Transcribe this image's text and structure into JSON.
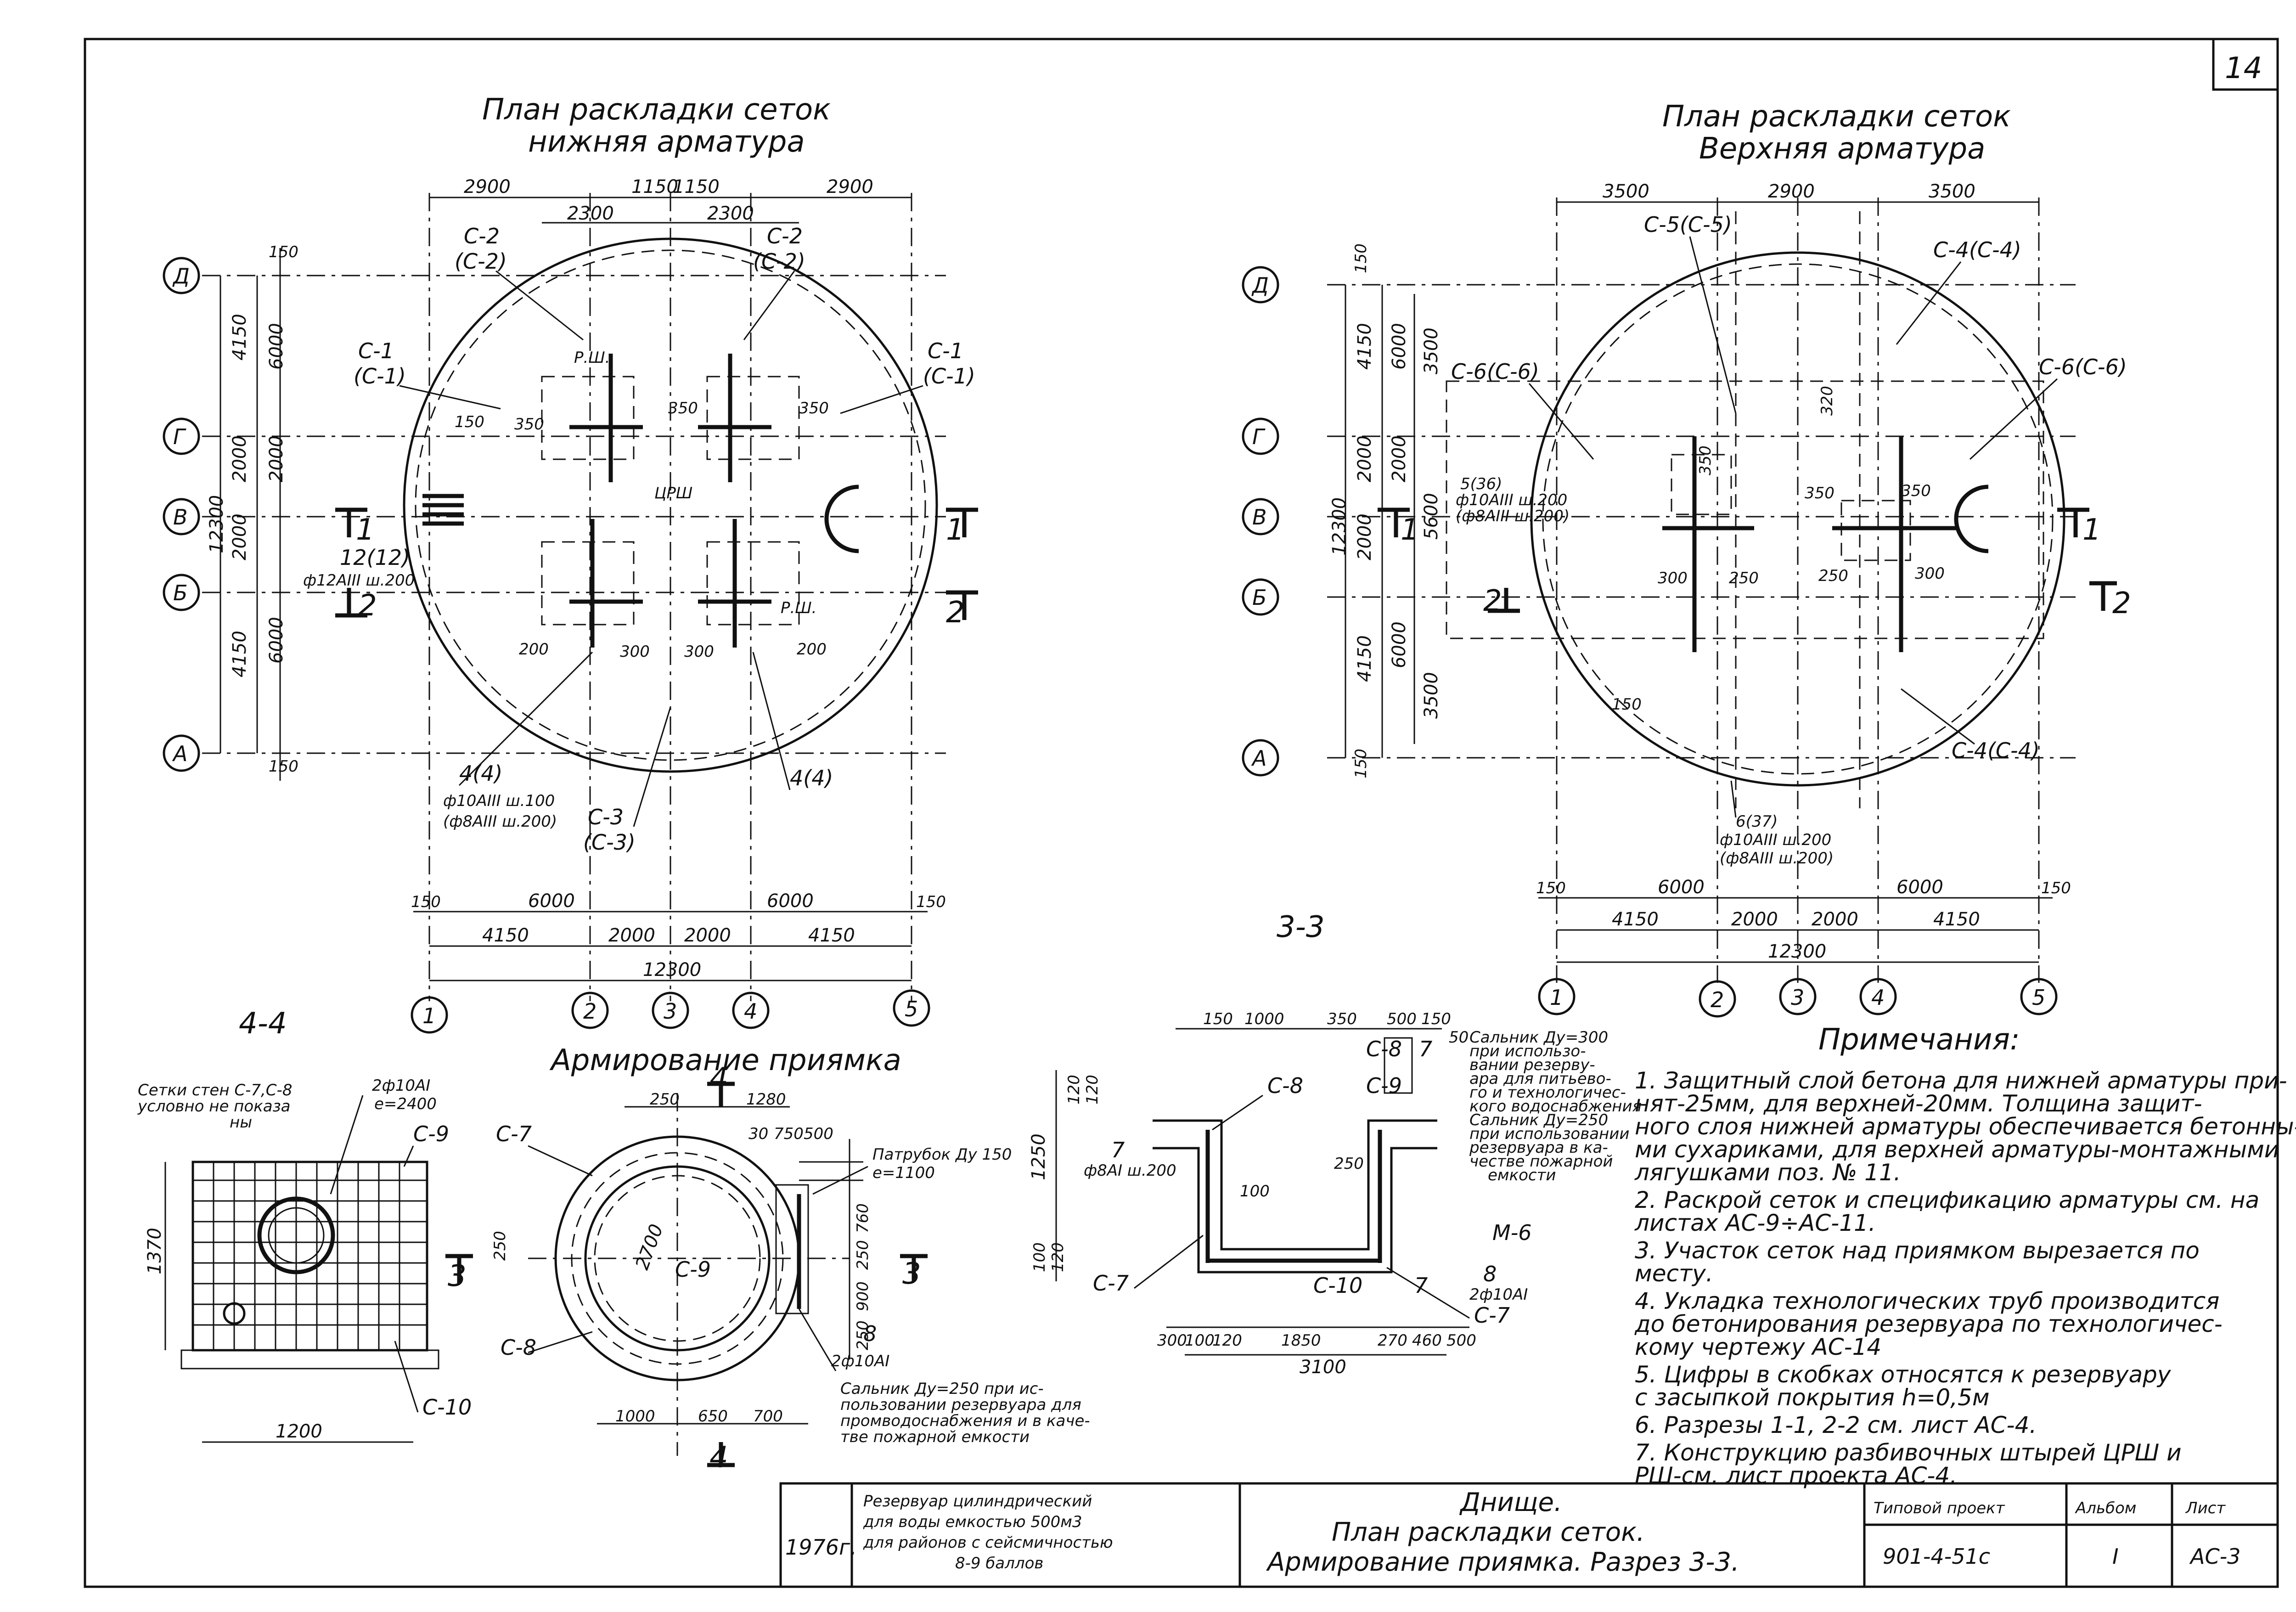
{
  "sheet": {
    "number": "14"
  },
  "plan_lower": {
    "title_1": "План раскладки сеток",
    "title_2": "нижняя арматура",
    "top_dims": [
      "2900",
      "1150",
      "1150",
      "2900"
    ],
    "inner_dims": [
      "2300",
      "2300"
    ],
    "bottom_dims_1": [
      "150",
      "6000",
      "6000",
      "150"
    ],
    "bottom_dims_2": [
      "4150",
      "2000",
      "2000",
      "4150"
    ],
    "bottom_total": "12300",
    "left_dims": [
      "150",
      "4150",
      "2000",
      "2000",
      "4150",
      "150"
    ],
    "left_dims_2": [
      "6000",
      "2000",
      "6000"
    ],
    "left_total": "12300",
    "labels": {
      "c2_left": "С-2",
      "c2_left_b": "(С-2)",
      "c2_right": "С-2",
      "c2_right_b": "(С-2)",
      "c1_left": "С-1",
      "c1_left_b": "(С-1)",
      "c1_right": "С-1",
      "c1_right_b": "(С-1)",
      "rsh_1": "Р.Ш.",
      "rsh_2": "Р.Ш.",
      "crsh": "ЦРШ",
      "c3": "С-3",
      "c3_b": "(С-3)",
      "pos4_left": "4(4)",
      "pos4_right": "4(4)",
      "pos4_spec": "ф10АIII ш.100",
      "pos4_spec_b": "(ф8АIII ш.200)",
      "pos12": "12(12)",
      "pos12_spec": "ф12АIII ш.200",
      "d350": "350",
      "d200": "200",
      "d300": "300",
      "d150": "150"
    }
  },
  "plan_upper": {
    "title_1": "План раскладки сеток",
    "title_2": "Верхняя арматура",
    "top_dims": [
      "3500",
      "2900",
      "3500"
    ],
    "bottom_dims_1": [
      "150",
      "6000",
      "6000",
      "150"
    ],
    "bottom_dims_2": [
      "4150",
      "2000",
      "2000",
      "4150"
    ],
    "bottom_total": "12300",
    "left_dims": [
      "150",
      "4150",
      "2000",
      "2000",
      "4150",
      "150"
    ],
    "left_dims_2": [
      "6000",
      "2000",
      "6000"
    ],
    "left_total": "12300",
    "left_inner": [
      "3500",
      "5600",
      "3500"
    ],
    "labels": {
      "c5": "С-5(С-5)",
      "c4_top": "С-4(С-4)",
      "c4_bot": "С-4(С-4)",
      "c6_left": "С-6(С-6)",
      "c6_right": "С-6(С-6)",
      "pos5": "5(36)",
      "pos5_spec": "ф10АIII ш.200",
      "pos5_spec_b": "(ф8АIII ш.200)",
      "pos6": "6(37)",
      "pos6_spec": "ф10АIII ш.200",
      "pos6_spec_b": "(ф8АIII ш.200)",
      "d320": "320",
      "d350": "350",
      "d300": "300",
      "d250": "250",
      "d150": "150"
    }
  },
  "axes": {
    "rows": [
      "Д",
      "Г",
      "В",
      "Б",
      "А"
    ],
    "cols": [
      "1",
      "2",
      "3",
      "4",
      "5"
    ]
  },
  "cuts": {
    "c1": "1",
    "c2": "2",
    "c3": "3",
    "c4": "4"
  },
  "section_44": {
    "title": "4-4",
    "note": "Сетки стен С-7,С-8",
    "note_b": "условно не показа",
    "note_c": "ны",
    "rebar": "2ф10АI",
    "rebar_b": "е=2400",
    "c9": "С-9",
    "c10": "С-10",
    "h": "1370",
    "w": "1200"
  },
  "pit": {
    "title": "Армирование приямка",
    "c7": "С-7",
    "c8": "С-8",
    "c9": "С-9",
    "pipe": "Патрубок Ду 150",
    "pipe_b": "е=1100",
    "dims": [
      "250",
      "1280",
      "30",
      "750",
      "500",
      "250",
      "2700",
      "760",
      "250",
      "900",
      "250",
      "1000",
      "650",
      "700"
    ],
    "rebar_8": "8",
    "rebar_8b": "2ф10АI",
    "gland": "Сальник Ду=250 при ис-",
    "gland_b": "пользовании резервуара для",
    "gland_c": "промводоснабжения и в каче-",
    "gland_d": "тве пожарной емкости"
  },
  "section_33": {
    "title": "3-3",
    "top_dims": [
      "150",
      "1000",
      "350",
      "500",
      "150",
      "50"
    ],
    "bottom_dims": [
      "300",
      "100",
      "120",
      "1850",
      "270",
      "460",
      "500"
    ],
    "total": "3100",
    "left_dims": [
      "120",
      "120",
      "1250",
      "100",
      "120"
    ],
    "labels": {
      "c8_l": "С-8",
      "c8_r": "С-8",
      "c9": "С-9",
      "c7_l": "С-7",
      "c7_r": "С-7",
      "c10": "С-10",
      "p7_a": "7",
      "p7_b": "7",
      "p7_c": "7",
      "p7_spec": "ф8АI ш.200",
      "p8": "8",
      "p8_spec": "2ф10АI",
      "m6": "М-6",
      "d100": "100",
      "d250": "250"
    },
    "gland_1": "Сальник Ду=300",
    "gland_2": "при использо-",
    "gland_3": "вании резерву-",
    "gland_4": "ара для питьево-",
    "gland_5": "го и технологичес-",
    "gland_6": "кого водоснабжения",
    "gland_7": "Сальник Ду=250",
    "gland_8": "при использовании",
    "gland_9": "резервуара в ка-",
    "gland_10": "честве пожарной",
    "gland_11": "емкости"
  },
  "notes": {
    "title": "Примечания:",
    "items": [
      "1. Защитный слой бетона для нижней арматуры при-",
      "   нят-25мм, для верхней-20мм.        Толщина защит-",
      "   ного слоя нижней арматуры обеспечивается бетонны-",
      "   ми сухариками, для верхней арматуры-монтажными",
      "   лягушками поз. № 11.",
      "2. Раскрой сеток и спецификацию арматуры см. на",
      "   листах АС-9÷АС-11.",
      "3. Участок сеток над приямком вырезается по",
      "   месту.",
      "4. Укладка технологических труб производится",
      "   до бетонирования резервуара по технологичес-",
      "   кому чертежу АС-14",
      "5. Цифры в скобках относятся к резервуару",
      "   с засыпкой покрытия h=0,5м",
      "6. Разрезы 1-1, 2-2 см. лист АС-4.",
      "7. Конструкцию разбивочных штырей ЦРШ и",
      "   РШ-см. лист проекта АС-4."
    ]
  },
  "stamp": {
    "year": "1976г.",
    "project_1": "Резервуар цилиндрический",
    "project_2": "для воды емкостью 500м3",
    "project_3": "для районов с сейсмичностью",
    "project_4": "8-9 баллов",
    "title_1": "Днище.",
    "title_2": "План раскладки сеток.",
    "title_3": "Армирование приямка. Разрез 3-3.",
    "tp_label": "Типовой проект",
    "tp_value": "901-4-51с",
    "album_label": "Альбом",
    "album_value": "I",
    "sheet_label": "Лист",
    "sheet_value": "АС-3"
  }
}
